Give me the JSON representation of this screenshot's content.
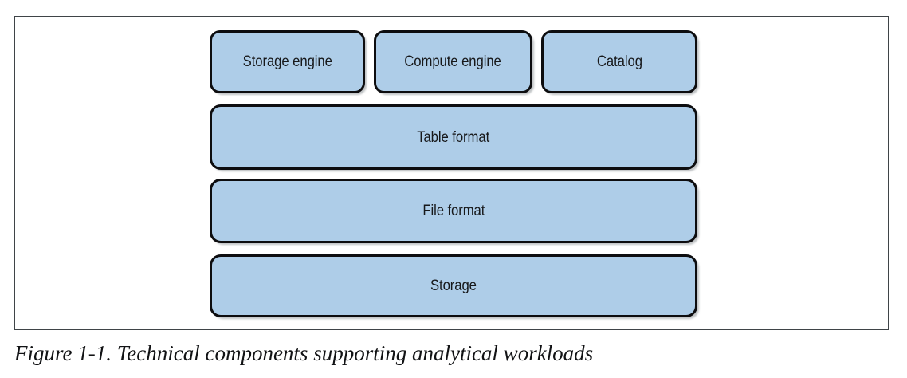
{
  "figure": {
    "caption": "Figure 1-1. Technical components supporting analytical workloads",
    "frame_border_color": "#3f4448",
    "background_color": "#ffffff"
  },
  "diagram": {
    "type": "layered-stack",
    "node_fill_color": "#aecde8",
    "node_border_color": "#0d0d0f",
    "label_color": "#17181a",
    "rows": [
      {
        "name": "engines-row",
        "nodes": [
          {
            "label": "Storage engine"
          },
          {
            "label": "Compute engine"
          },
          {
            "label": "Catalog"
          }
        ]
      },
      {
        "name": "table-format-row",
        "nodes": [
          {
            "label": "Table format"
          }
        ]
      },
      {
        "name": "file-format-row",
        "nodes": [
          {
            "label": "File format"
          }
        ]
      },
      {
        "name": "storage-row",
        "nodes": [
          {
            "label": "Storage"
          }
        ]
      }
    ]
  }
}
